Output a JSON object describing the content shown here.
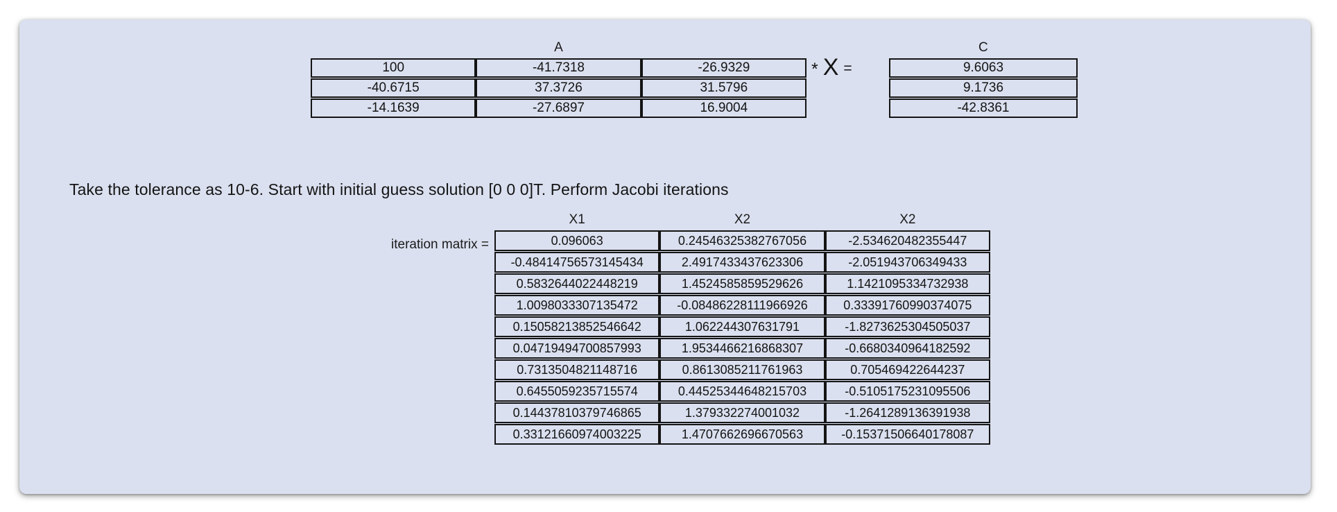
{
  "page": {
    "background": "#ffffff",
    "card_background": "#dae0ef",
    "text_color": "#141414",
    "border_color": "#141414"
  },
  "equation": {
    "matrix_a": {
      "label": "A",
      "rows": [
        [
          "100",
          "-41.7318",
          "-26.9329"
        ],
        [
          "-40.6715",
          "37.3726",
          "31.5796"
        ],
        [
          "-14.1639",
          "-27.6897",
          "16.9004"
        ]
      ]
    },
    "operators": {
      "multiply": "*",
      "variable": "X",
      "equals": "="
    },
    "matrix_c": {
      "label": "C",
      "rows": [
        [
          "9.6063"
        ],
        [
          "9.1736"
        ],
        [
          "-42.8361"
        ]
      ]
    }
  },
  "prompt": {
    "text": "Take the tolerance as 10-6. Start with initial guess solution [0 0 0]T. Perform Jacobi iterations"
  },
  "iteration_matrix": {
    "label": "iteration matrix =",
    "headers": [
      "X1",
      "X2",
      "X2"
    ],
    "rows": [
      [
        "0.096063",
        "0.24546325382767056",
        "-2.534620482355447"
      ],
      [
        "-0.48414756573145434",
        "2.4917433437623306",
        "-2.051943706349433"
      ],
      [
        "0.5832644022448219",
        "1.4524585859529626",
        "1.1421095334732938"
      ],
      [
        "1.0098033307135472",
        "-0.08486228111966926",
        "0.33391760990374075"
      ],
      [
        "0.15058213852546642",
        "1.062244307631791",
        "-1.8273625304505037"
      ],
      [
        "0.04719494700857993",
        "1.9534466216868307",
        "-0.6680340964182592"
      ],
      [
        "0.7313504821148716",
        "0.8613085211761963",
        "0.705469422644237"
      ],
      [
        "0.6455059235715574",
        "0.44525344648215703",
        "-0.5105175231095506"
      ],
      [
        "0.14437810379746865",
        "1.379332274001032",
        "-1.2641289136391938"
      ],
      [
        "0.33121660974003225",
        "1.4707662696670563",
        "-0.15371506640178087"
      ]
    ]
  }
}
